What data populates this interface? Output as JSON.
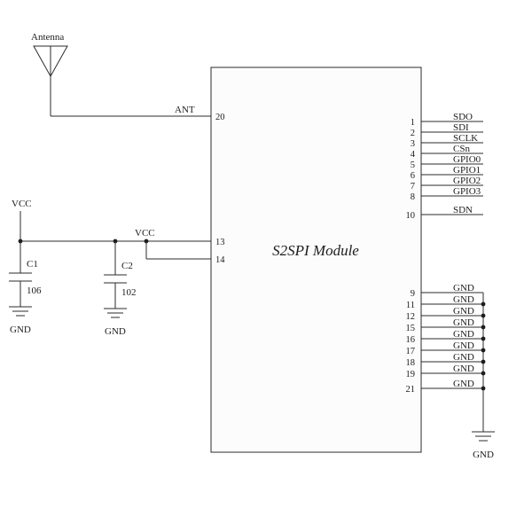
{
  "module": {
    "label": "S2SPI Module"
  },
  "antenna": {
    "label": "Antenna",
    "net": "ANT",
    "pin_number": "20"
  },
  "power": {
    "vcc_left": "VCC",
    "vcc_mid": "VCC",
    "pin13": "13",
    "pin14": "14",
    "c1": {
      "name": "C1",
      "value": "106",
      "gnd": "GND"
    },
    "c2": {
      "name": "C2",
      "value": "102",
      "gnd": "GND"
    }
  },
  "right_pins": [
    {
      "number": "1",
      "label": "SDO"
    },
    {
      "number": "2",
      "label": "SDI"
    },
    {
      "number": "3",
      "label": "SCLK"
    },
    {
      "number": "4",
      "label": "CSn"
    },
    {
      "number": "5",
      "label": "GPIO0"
    },
    {
      "number": "6",
      "label": "GPIO1"
    },
    {
      "number": "7",
      "label": "GPIO2"
    },
    {
      "number": "8",
      "label": "GPIO3"
    },
    {
      "number": "10",
      "label": "SDN"
    }
  ],
  "gnd_pins": [
    {
      "number": "9",
      "label": "GND"
    },
    {
      "number": "11",
      "label": "GND"
    },
    {
      "number": "12",
      "label": "GND"
    },
    {
      "number": "15",
      "label": "GND"
    },
    {
      "number": "16",
      "label": "GND"
    },
    {
      "number": "17",
      "label": "GND"
    },
    {
      "number": "18",
      "label": "GND"
    },
    {
      "number": "19",
      "label": "GND"
    },
    {
      "number": "21",
      "label": "GND"
    }
  ],
  "gnd_bus_label": "GND",
  "colors": {
    "line": "#2b2b2b",
    "background": "#ffffff",
    "module_fill": "#fcfcfc"
  }
}
